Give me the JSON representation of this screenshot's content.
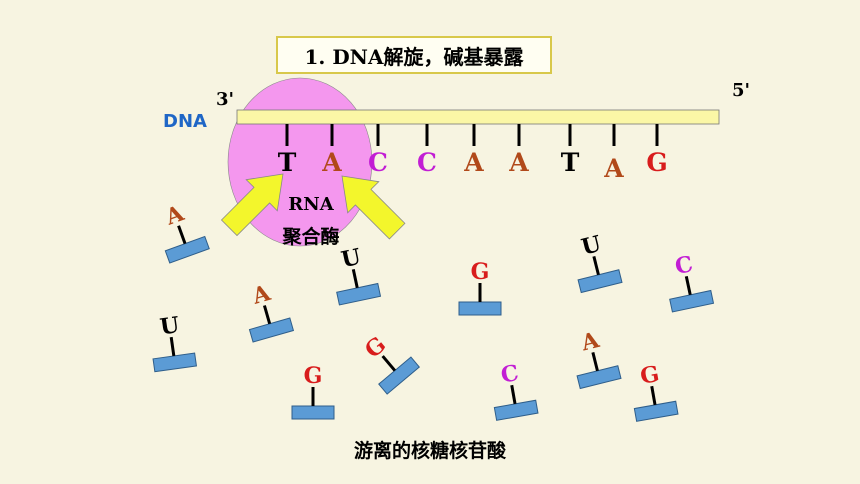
{
  "title": "1. DNA解旋，碱基暴露",
  "strand_label": "DNA",
  "end_3": "3'",
  "end_5": "5'",
  "enzyme_label_line1": "RNA",
  "enzyme_label_line2": "聚合酶",
  "template_bases": [
    "T",
    "A",
    "C",
    "C",
    "A",
    "A",
    "T",
    "A",
    "G"
  ],
  "free_nucleotides": [
    "A",
    "U",
    "A",
    "G",
    "U",
    "C",
    "U",
    "G",
    "G",
    "C",
    "A",
    "G"
  ],
  "caption": "游离的核糖核苷酸",
  "colors": {
    "background": "#f7f4e1",
    "strand_fill": "#fbf7a6",
    "enzyme": "#f497ee",
    "arrow": "#f3f62c",
    "nucleotide_bar": "#5b9bd5",
    "dna_label": "#1f66c6",
    "T": "#000000",
    "A": "#b1491a",
    "C": "#c21ed4",
    "G": "#d81c1c",
    "U": "#000000"
  }
}
